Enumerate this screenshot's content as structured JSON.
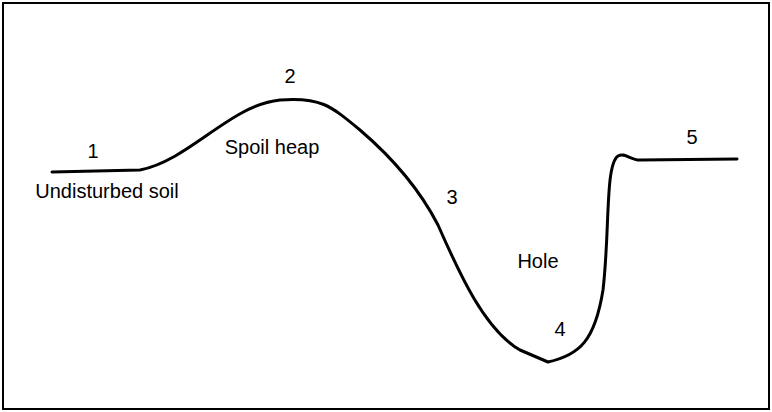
{
  "diagram": {
    "labels": [
      "1",
      "Undisturbed soil",
      "2",
      "Spoil heap",
      "3",
      "Hole",
      "4",
      "5"
    ]
  }
}
